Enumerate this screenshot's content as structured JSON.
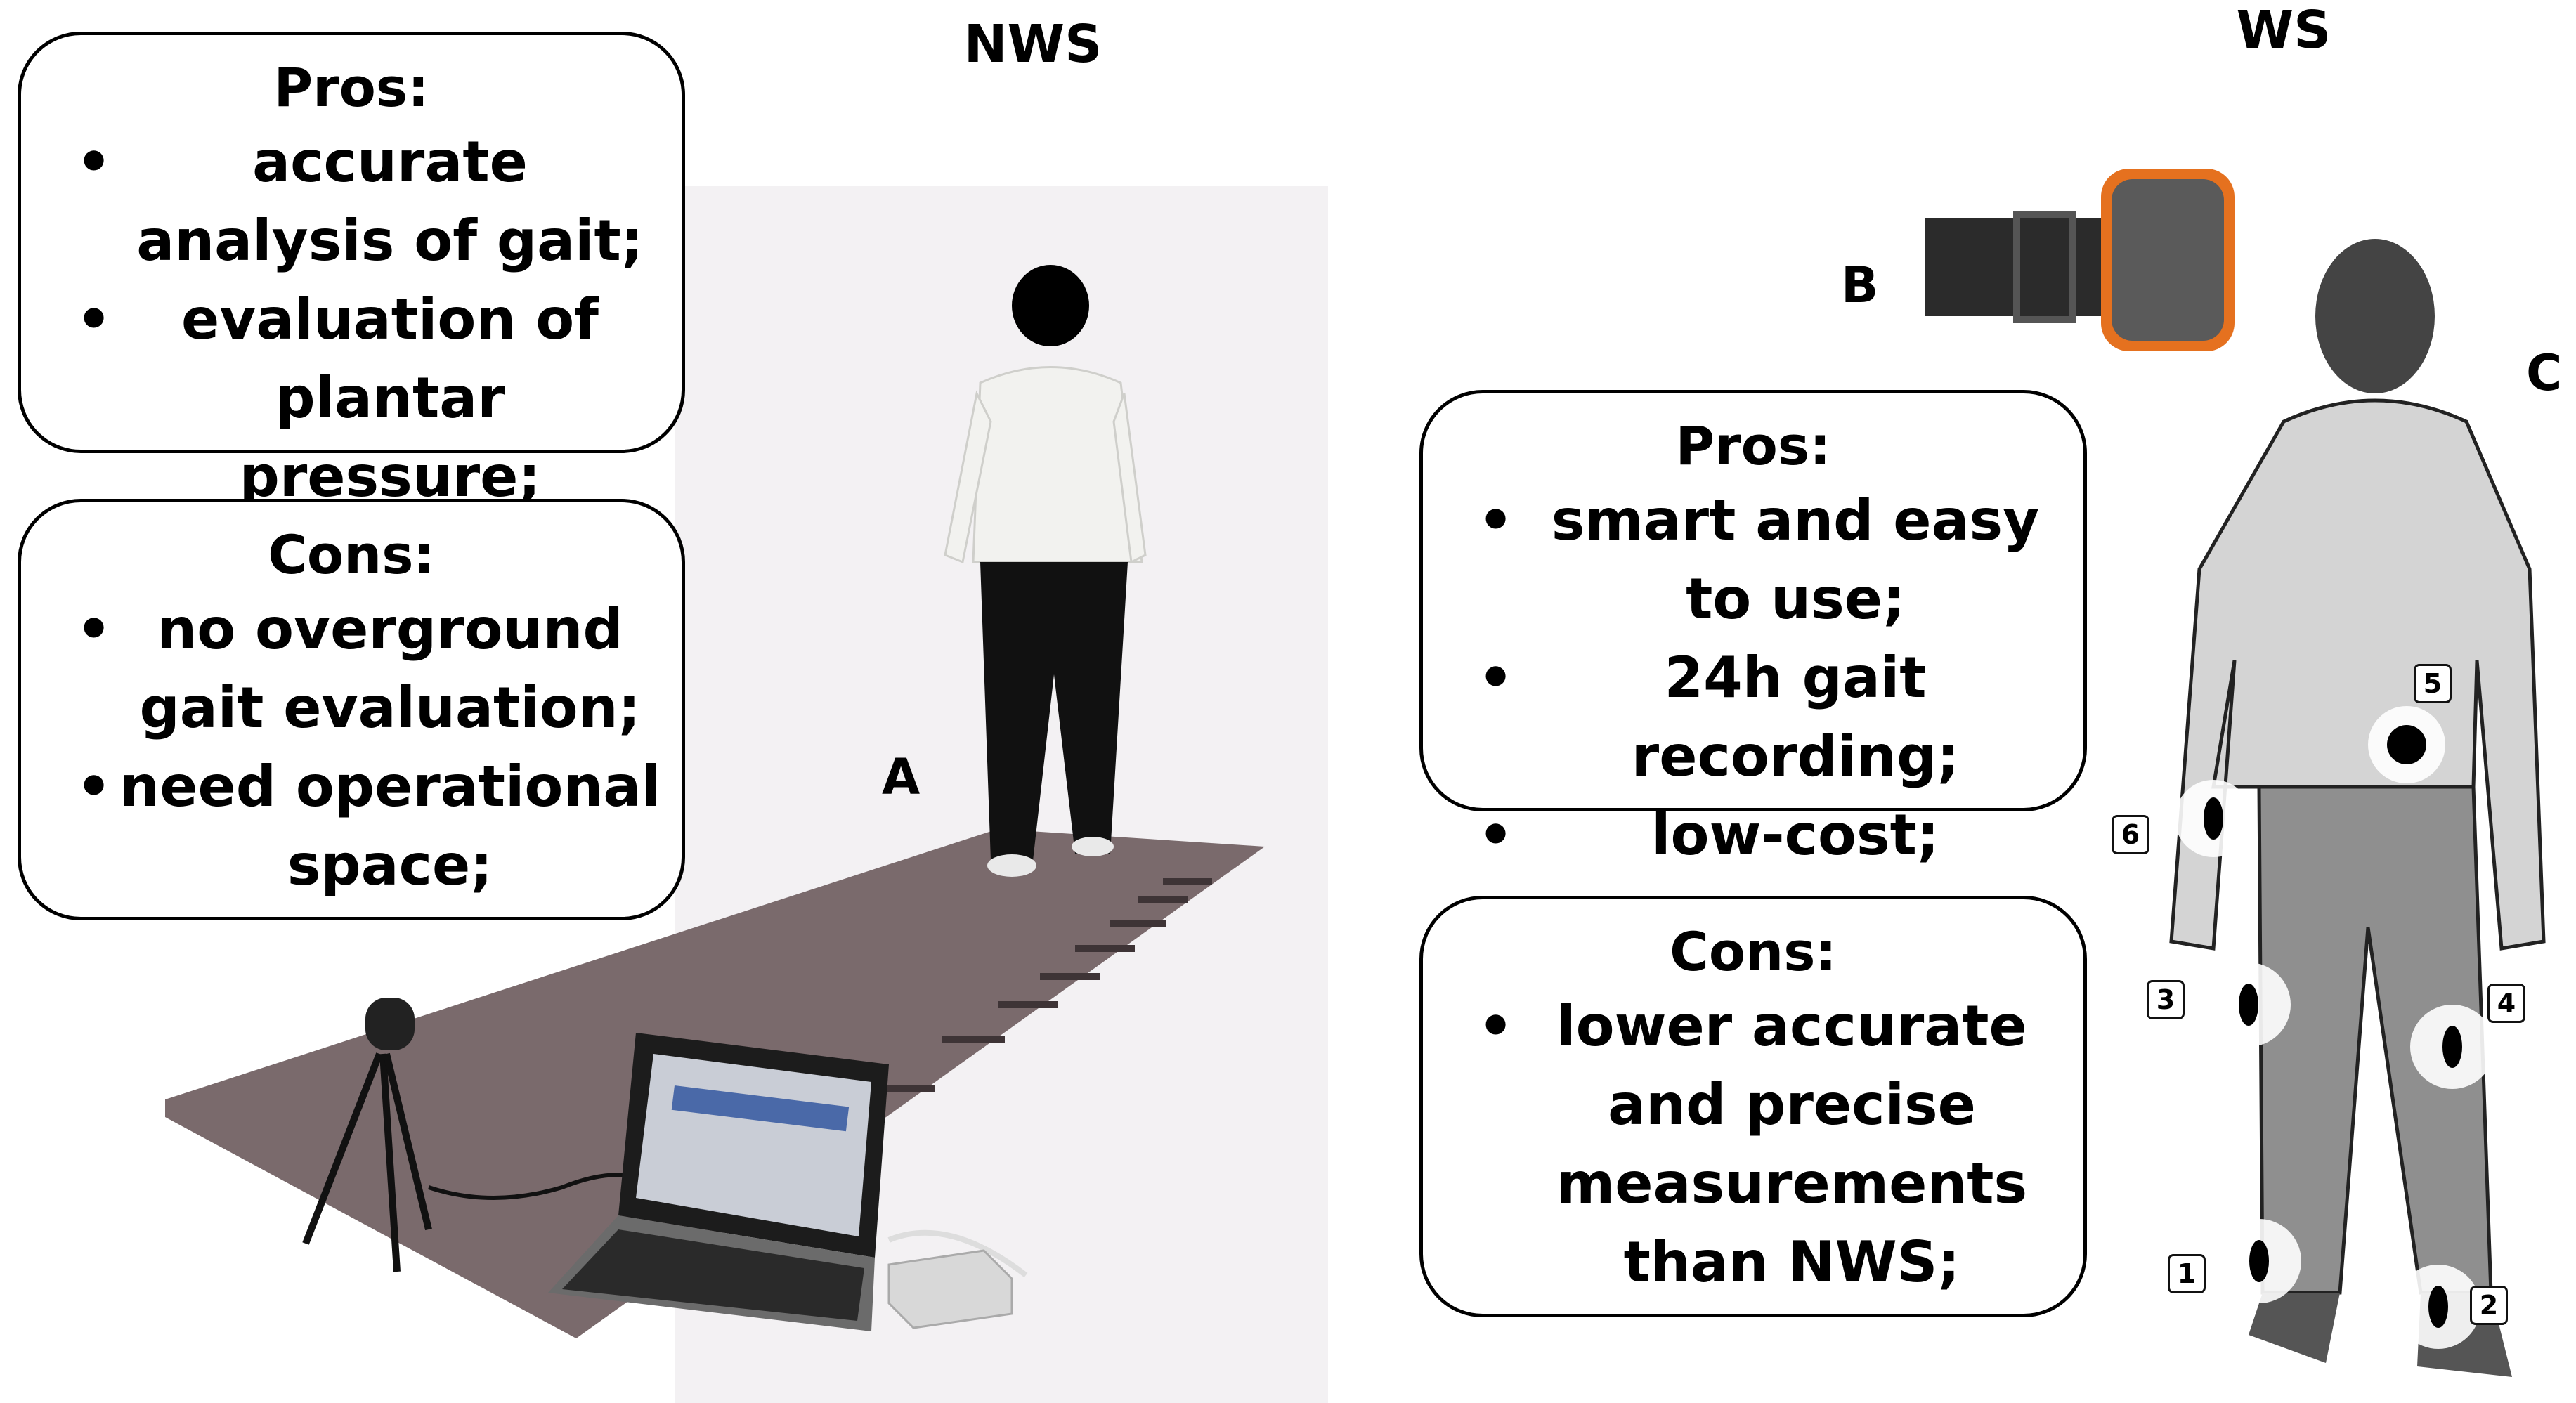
{
  "headings": {
    "left": "NWS",
    "right": "WS"
  },
  "panel_letters": {
    "a": "A",
    "b": "B",
    "c": "C"
  },
  "nws_pros": {
    "title": "Pros:",
    "items": [
      "accurate analysis of gait;",
      "evaluation of plantar pressure;"
    ]
  },
  "nws_cons": {
    "title": "Cons:",
    "items": [
      "no overground gait evaluation;",
      "need operational space;"
    ]
  },
  "ws_pros": {
    "title": "Pros:",
    "items": [
      "smart and easy to use;",
      "24h gait recording;",
      "low-cost;"
    ]
  },
  "ws_cons": {
    "title": "Cons:",
    "items": [
      "lower accurate and precise measurements than NWS;"
    ]
  },
  "sensors": [
    "1",
    "2",
    "3",
    "4",
    "5",
    "6"
  ],
  "colors": {
    "walkway": "#7a6a6c",
    "background_photo": "#f3f1f3",
    "strap": "#2b2b2b",
    "sensor_orange": "#e5711f",
    "body_gray": "#a8a8a8"
  }
}
